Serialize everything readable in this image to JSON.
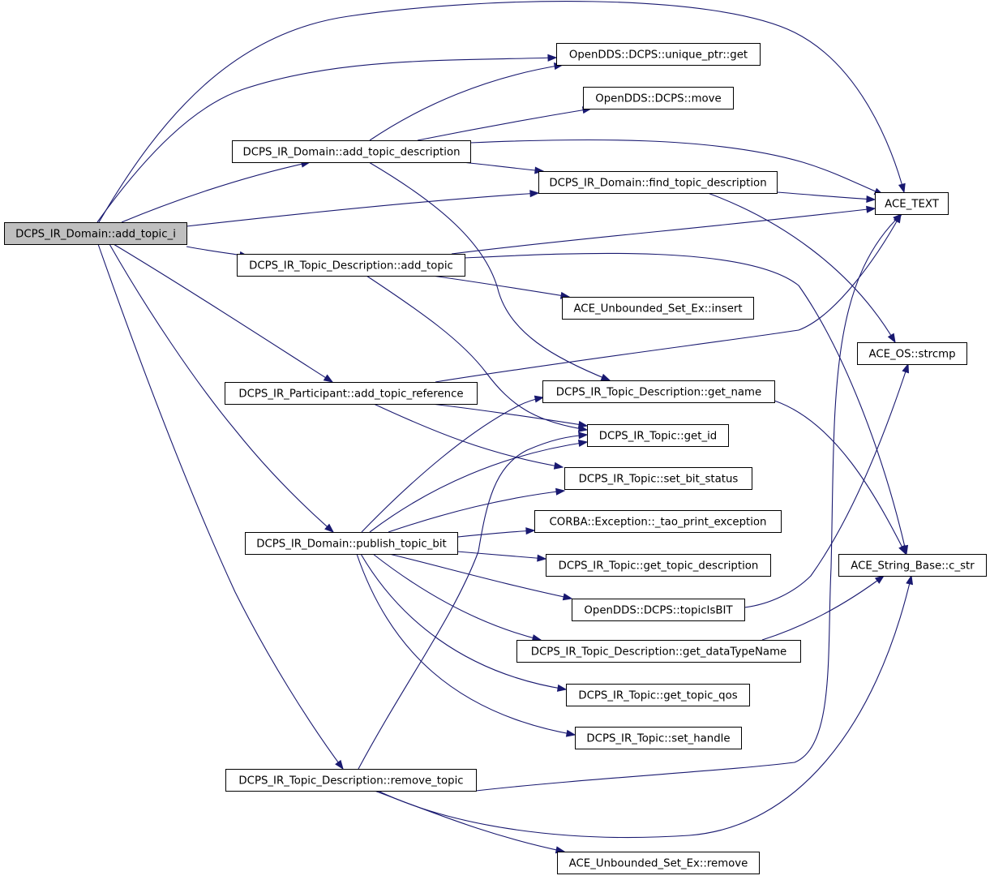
{
  "graph": {
    "nodes": [
      {
        "id": "add_topic_i",
        "label": "DCPS_IR_Domain::add_topic_i",
        "root": true
      },
      {
        "id": "add_topic_description",
        "label": "DCPS_IR_Domain::add_topic_description"
      },
      {
        "id": "unique_ptr_get",
        "label": "OpenDDS::DCPS::unique_ptr::get"
      },
      {
        "id": "move",
        "label": "OpenDDS::DCPS::move"
      },
      {
        "id": "find_topic_description",
        "label": "DCPS_IR_Domain::find_topic_description"
      },
      {
        "id": "ace_text",
        "label": "ACE_TEXT"
      },
      {
        "id": "td_add_topic",
        "label": "DCPS_IR_Topic_Description::add_topic"
      },
      {
        "id": "set_insert",
        "label": "ACE_Unbounded_Set_Ex::insert"
      },
      {
        "id": "strcmp",
        "label": "ACE_OS::strcmp"
      },
      {
        "id": "add_topic_reference",
        "label": "DCPS_IR_Participant::add_topic_reference"
      },
      {
        "id": "get_name",
        "label": "DCPS_IR_Topic_Description::get_name"
      },
      {
        "id": "get_id",
        "label": "DCPS_IR_Topic::get_id"
      },
      {
        "id": "set_bit_status",
        "label": "DCPS_IR_Topic::set_bit_status"
      },
      {
        "id": "tao_print",
        "label": "CORBA::Exception::_tao_print_exception"
      },
      {
        "id": "publish_topic_bit",
        "label": "DCPS_IR_Domain::publish_topic_bit"
      },
      {
        "id": "get_topic_description",
        "label": "DCPS_IR_Topic::get_topic_description"
      },
      {
        "id": "c_str",
        "label": "ACE_String_Base::c_str"
      },
      {
        "id": "topicIsBIT",
        "label": "OpenDDS::DCPS::topicIsBIT"
      },
      {
        "id": "get_dataTypeName",
        "label": "DCPS_IR_Topic_Description::get_dataTypeName"
      },
      {
        "id": "get_topic_qos",
        "label": "DCPS_IR_Topic::get_topic_qos"
      },
      {
        "id": "set_handle",
        "label": "DCPS_IR_Topic::set_handle"
      },
      {
        "id": "remove_topic",
        "label": "DCPS_IR_Topic_Description::remove_topic"
      },
      {
        "id": "set_remove",
        "label": "ACE_Unbounded_Set_Ex::remove"
      }
    ],
    "edges": [
      [
        "add_topic_i",
        "ace_text"
      ],
      [
        "add_topic_i",
        "unique_ptr_get"
      ],
      [
        "add_topic_i",
        "add_topic_description"
      ],
      [
        "add_topic_i",
        "find_topic_description"
      ],
      [
        "add_topic_i",
        "td_add_topic"
      ],
      [
        "add_topic_i",
        "add_topic_reference"
      ],
      [
        "add_topic_i",
        "publish_topic_bit"
      ],
      [
        "add_topic_i",
        "remove_topic"
      ],
      [
        "add_topic_description",
        "unique_ptr_get"
      ],
      [
        "add_topic_description",
        "move"
      ],
      [
        "add_topic_description",
        "ace_text"
      ],
      [
        "add_topic_description",
        "find_topic_description"
      ],
      [
        "add_topic_description",
        "get_name"
      ],
      [
        "find_topic_description",
        "ace_text"
      ],
      [
        "find_topic_description",
        "strcmp"
      ],
      [
        "td_add_topic",
        "ace_text"
      ],
      [
        "td_add_topic",
        "set_insert"
      ],
      [
        "td_add_topic",
        "get_id"
      ],
      [
        "td_add_topic",
        "c_str"
      ],
      [
        "add_topic_reference",
        "ace_text"
      ],
      [
        "add_topic_reference",
        "get_id"
      ],
      [
        "add_topic_reference",
        "set_bit_status"
      ],
      [
        "get_name",
        "c_str"
      ],
      [
        "publish_topic_bit",
        "get_name"
      ],
      [
        "publish_topic_bit",
        "get_id"
      ],
      [
        "publish_topic_bit",
        "set_bit_status"
      ],
      [
        "publish_topic_bit",
        "tao_print"
      ],
      [
        "publish_topic_bit",
        "get_topic_description"
      ],
      [
        "publish_topic_bit",
        "topicIsBIT"
      ],
      [
        "publish_topic_bit",
        "get_dataTypeName"
      ],
      [
        "publish_topic_bit",
        "get_topic_qos"
      ],
      [
        "publish_topic_bit",
        "set_handle"
      ],
      [
        "topicIsBIT",
        "strcmp"
      ],
      [
        "get_dataTypeName",
        "c_str"
      ],
      [
        "remove_topic",
        "get_id"
      ],
      [
        "remove_topic",
        "ace_text"
      ],
      [
        "remove_topic",
        "set_remove"
      ],
      [
        "remove_topic",
        "c_str"
      ]
    ]
  }
}
